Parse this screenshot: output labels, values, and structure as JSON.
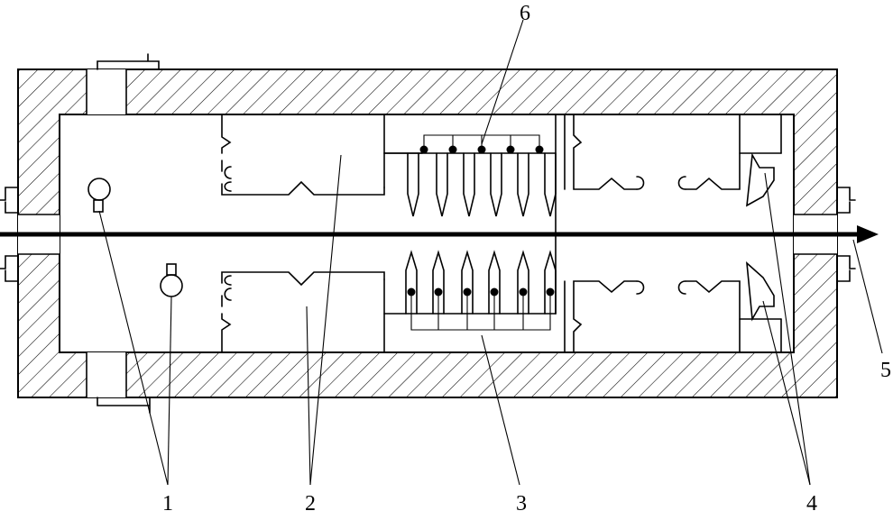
{
  "figure": {
    "labels": [
      {
        "id": "1",
        "text": "1"
      },
      {
        "id": "2",
        "text": "2"
      },
      {
        "id": "3",
        "text": "3"
      },
      {
        "id": "4",
        "text": "4"
      },
      {
        "id": "5",
        "text": "5"
      },
      {
        "id": "6",
        "text": "6"
      }
    ],
    "colors": {
      "ink": "#000000",
      "paper": "#ffffff"
    }
  }
}
